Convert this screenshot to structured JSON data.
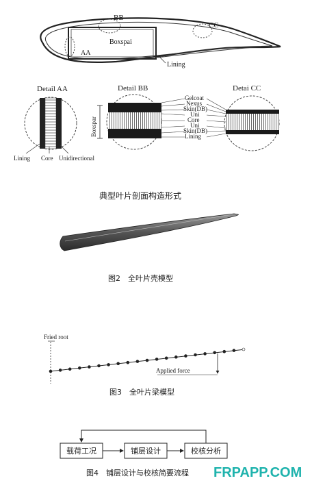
{
  "figure1": {
    "airfoil_labels": {
      "bb": "BB",
      "cc": "CC",
      "aa": "AA",
      "boxspar": "Boxspai",
      "lining": "Lining"
    },
    "details": {
      "aa_title": "Detail AA",
      "bb_title": "Detail BB",
      "cc_title": "Detai CC",
      "aa_labels": [
        "Lining",
        "Core",
        "Unidirectional"
      ],
      "bb_side": "Boxspar",
      "layers": [
        "Gelcoat",
        "Nexus",
        "Skin(DB)",
        "Uni",
        "Core",
        "Uni",
        "Skin(DB)",
        "Lining"
      ]
    },
    "caption": "典型叶片剖面构造形式"
  },
  "figure2": {
    "caption": "图2　全叶片壳模型"
  },
  "figure3": {
    "label_root": "Fried root",
    "label_force": "Applied force",
    "caption": "图3　全叶片梁模型"
  },
  "figure4": {
    "boxes": [
      "载荷工况",
      "铺层设计",
      "校核分析"
    ],
    "caption": "图4　铺层设计与校核简要流程"
  },
  "watermark": "FRPAPP.COM"
}
